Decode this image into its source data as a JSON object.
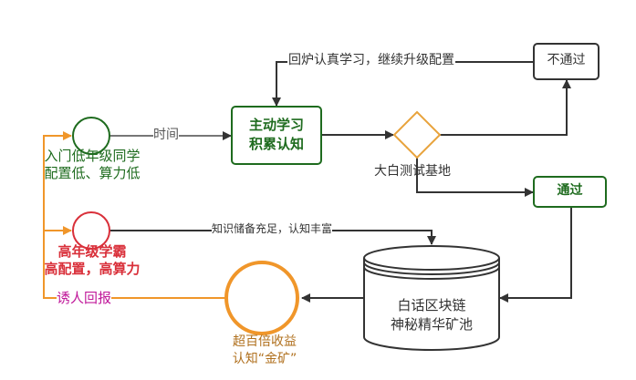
{
  "nodes": {
    "beginner": {
      "line1": "入门低年级同学",
      "line2": "配置低、算力低"
    },
    "top_student": {
      "line1": "高年级学霸",
      "line2": "高配置，高算力"
    },
    "learn_box": {
      "line1": "主动学习",
      "line2": "积累认知"
    },
    "test_base": "大白测试基地",
    "fail_box": "不通过",
    "pass_box": "通过",
    "mine": {
      "line1": "白话区块链",
      "line2": "神秘精华矿池"
    },
    "gold": {
      "line1": "超百倍收益",
      "line2": "认知“金矿”"
    }
  },
  "edges": {
    "time": "时间",
    "retry": "回炉认真学习，继续升级配置",
    "knowledge": "知识储备充足，认知丰富",
    "reward": "诱人回报"
  },
  "colors": {
    "green": "#1e6b1e",
    "red": "#d9303a",
    "orange": "#f0962a",
    "magenta": "#c0189a",
    "dark": "#333333"
  }
}
